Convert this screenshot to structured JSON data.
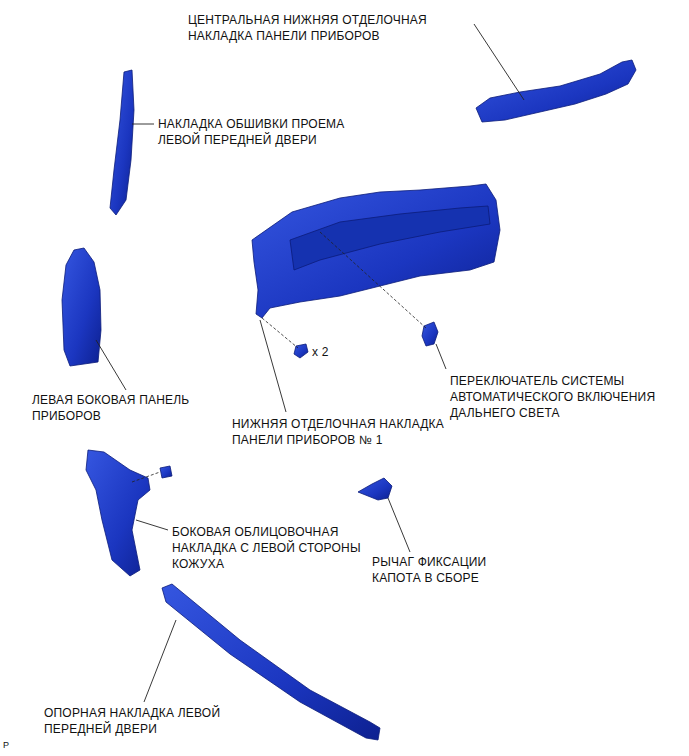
{
  "diagram": {
    "labels": [
      "ЦЕНТРАЛЬНАЯ НИЖНЯЯ ОТДЕЛОЧНАЯ НАКЛАДКА ПАНЕЛИ ПРИБОРОВ",
      "НАКЛАДКА ОБШИВКИ ПРОЕМА ЛЕВОЙ ПЕРЕДНЕЙ ДВЕРИ",
      "x 2",
      "ЛЕВАЯ БОКОВАЯ ПАНЕЛЬ ПРИБОРОВ",
      "ПЕРЕКЛЮЧАТЕЛЬ СИСТЕМЫ АВТОМАТИЧЕСКОГО ВКЛЮЧЕНИЯ ДАЛЬНЕГО СВЕТА",
      "НИЖНЯЯ ОТДЕЛОЧНАЯ НАКЛАДКА ПАНЕЛИ ПРИБОРОВ № 1",
      "БОКОВАЯ ОБЛИЦОВОЧНАЯ НАКЛАДКА С ЛЕВОЙ СТОРОНЫ КОЖУХА",
      "РЫЧАГ ФИКСАЦИИ КАПОТА В СБОРЕ",
      "ОПОРНАЯ НАКЛАДКА ЛЕВОЙ ПЕРЕДНЕЙ ДВЕРИ",
      "P"
    ]
  }
}
